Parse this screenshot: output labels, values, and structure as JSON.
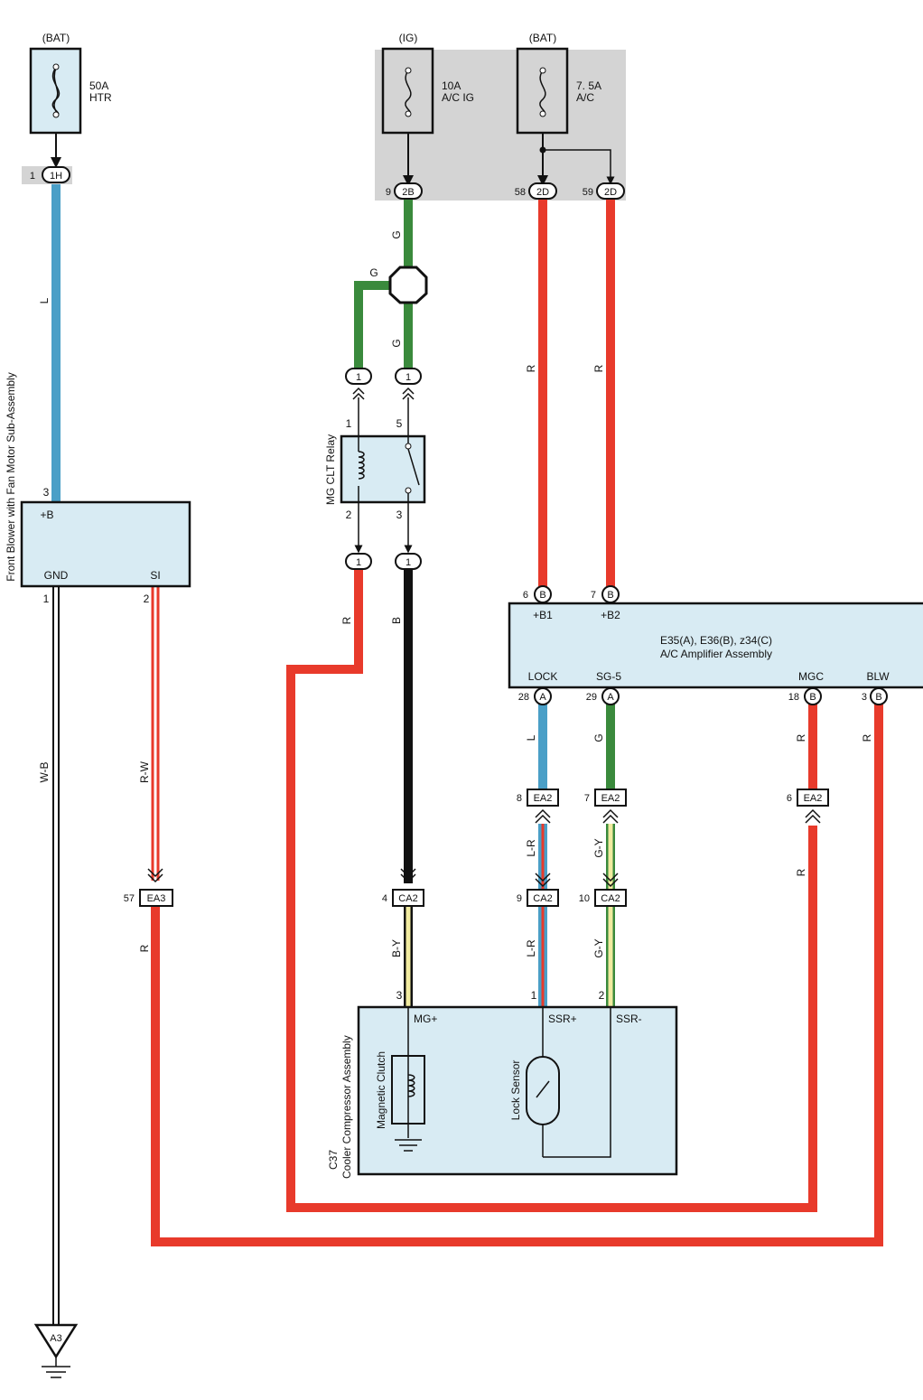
{
  "colors": {
    "blue_wire": "#4a9fc7",
    "green_wire": "#3a8a3c",
    "red_wire": "#e83a2b",
    "black_wire": "#111111",
    "yellow_stripe": "#f1eba0",
    "component_fill": "#d8ebf3",
    "shade_fill": "#d4d4d4"
  },
  "fuses": {
    "htr": {
      "source": "(BAT)",
      "rating": "50A",
      "name": "HTR"
    },
    "acig": {
      "source": "(IG)",
      "rating": "10A",
      "name": "A/C IG"
    },
    "ac": {
      "source": "(BAT)",
      "rating": "7. 5A",
      "name": "A/C"
    }
  },
  "connectors": {
    "h1": {
      "pin": "1",
      "code": "1H"
    },
    "b2": {
      "pin": "9",
      "code": "2B"
    },
    "d58": {
      "pin": "58",
      "code": "2D"
    },
    "d59": {
      "pin": "59",
      "code": "2D"
    },
    "relay_in1": {
      "code": "1"
    },
    "relay_in5": {
      "code": "1"
    },
    "relay_out2": {
      "code": "1"
    },
    "relay_out3": {
      "code": "1"
    },
    "ea3": {
      "pin": "57",
      "code": "EA3"
    },
    "ca2_4": {
      "pin": "4",
      "code": "CA2"
    },
    "ca2_9": {
      "pin": "9",
      "code": "CA2"
    },
    "ca2_10": {
      "pin": "10",
      "code": "CA2"
    },
    "ea2_8": {
      "pin": "8",
      "code": "EA2"
    },
    "ea2_7": {
      "pin": "7",
      "code": "EA2"
    },
    "ea2_6": {
      "pin": "6",
      "code": "EA2"
    },
    "ground": {
      "code": "A3"
    }
  },
  "blower": {
    "title": "Front Blower with Fan Motor Sub-Assembly",
    "terminal_b": "+B",
    "terminal_gnd": "GND",
    "terminal_si": "SI",
    "pin_b": "3",
    "pin_gnd": "1",
    "pin_si": "2"
  },
  "relay": {
    "name": "MG CLT Relay",
    "pin1": "1",
    "pin5": "5",
    "pin2": "2",
    "pin3": "3"
  },
  "amplifier": {
    "codes": "E35(A), E36(B), z34(C)",
    "name": "A/C Amplifier Assembly",
    "terminals": {
      "b1": "+B1",
      "b2": "+B2",
      "lock": "LOCK",
      "sg5": "SG-5",
      "mgc": "MGC",
      "blw": "BLW"
    },
    "pins": {
      "b1": {
        "num": "6",
        "letter": "B"
      },
      "b2": {
        "num": "7",
        "letter": "B"
      },
      "lock": {
        "num": "28",
        "letter": "A"
      },
      "sg5": {
        "num": "29",
        "letter": "A"
      },
      "mgc": {
        "num": "18",
        "letter": "B"
      },
      "blw": {
        "num": "3",
        "letter": "B"
      }
    }
  },
  "compressor": {
    "code": "C37",
    "name": "Cooler Compressor Assembly",
    "clutch": "Magnetic Clutch",
    "sensor": "Lock Sensor",
    "terminal_mg": "MG+",
    "terminal_ssrp": "SSR+",
    "terminal_ssrm": "SSR-",
    "pin_mg": "3",
    "pin_ssrp": "1",
    "pin_ssrm": "2"
  },
  "wire_codes": {
    "htr_l": "L",
    "ig_g_top": "G",
    "ig_g_branch": "G",
    "ig_g_mid": "G",
    "ac_r_left": "R",
    "ac_r_right": "R",
    "blower_wb": "W-B",
    "blower_rw": "R-W",
    "ea3_r": "R",
    "relay_r": "R",
    "relay_b": "B",
    "ca2_by": "B-Y",
    "lock_l": "L",
    "sg5_g": "G",
    "mgc_r": "R",
    "blw_r": "R",
    "ea2_lr": "L-R",
    "ea2_gy": "G-Y",
    "ca2_lr": "L-R",
    "ca2_gy": "G-Y",
    "ea2_r": "R"
  }
}
